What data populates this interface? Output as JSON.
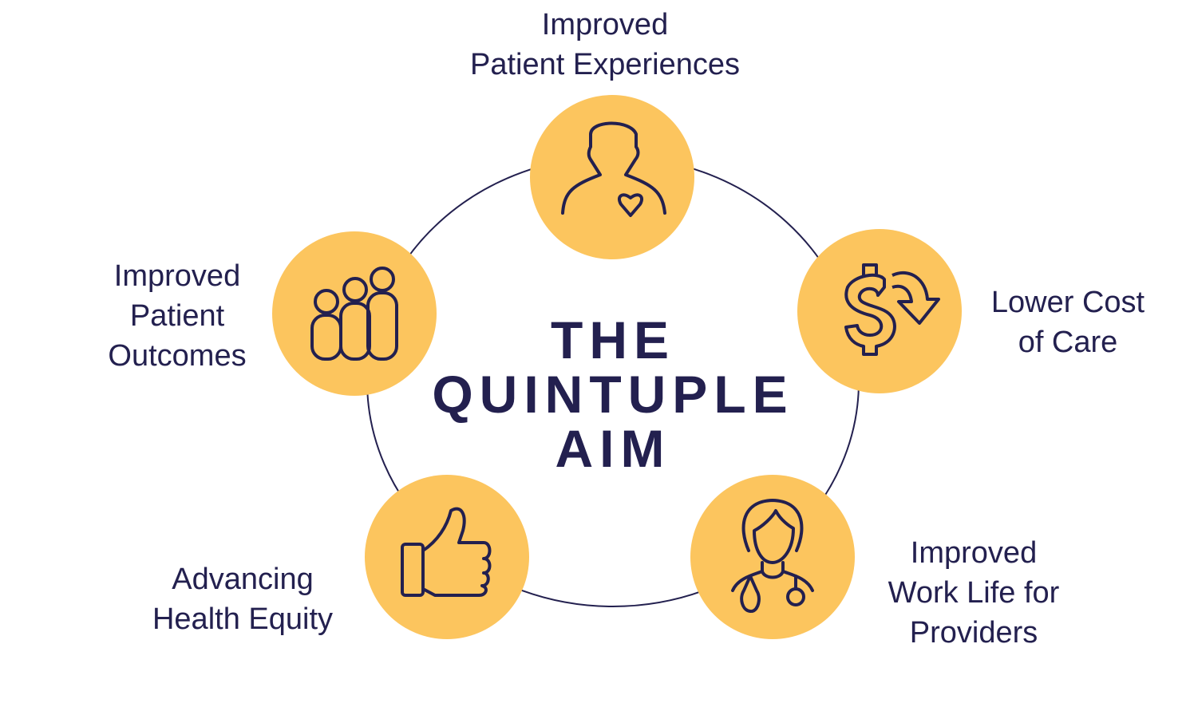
{
  "title": {
    "line1": "THE",
    "line2": "QUINTUPLE",
    "line3": "AIM"
  },
  "colors": {
    "circle_fill": "#fcc55e",
    "ink": "#23204f"
  },
  "aims": [
    {
      "icon": "patient-heart-icon",
      "lines": [
        "Improved",
        "Patient Experiences"
      ]
    },
    {
      "icon": "dollar-cycle-icon",
      "lines": [
        "Lower Cost",
        "of Care"
      ]
    },
    {
      "icon": "doctor-stethoscope-icon",
      "lines": [
        "Improved",
        "Work Life for",
        "Providers"
      ]
    },
    {
      "icon": "thumbs-up-icon",
      "lines": [
        "Advancing",
        "Health Equity"
      ]
    },
    {
      "icon": "people-group-icon",
      "lines": [
        "Improved",
        "Patient",
        "Outcomes"
      ]
    }
  ]
}
